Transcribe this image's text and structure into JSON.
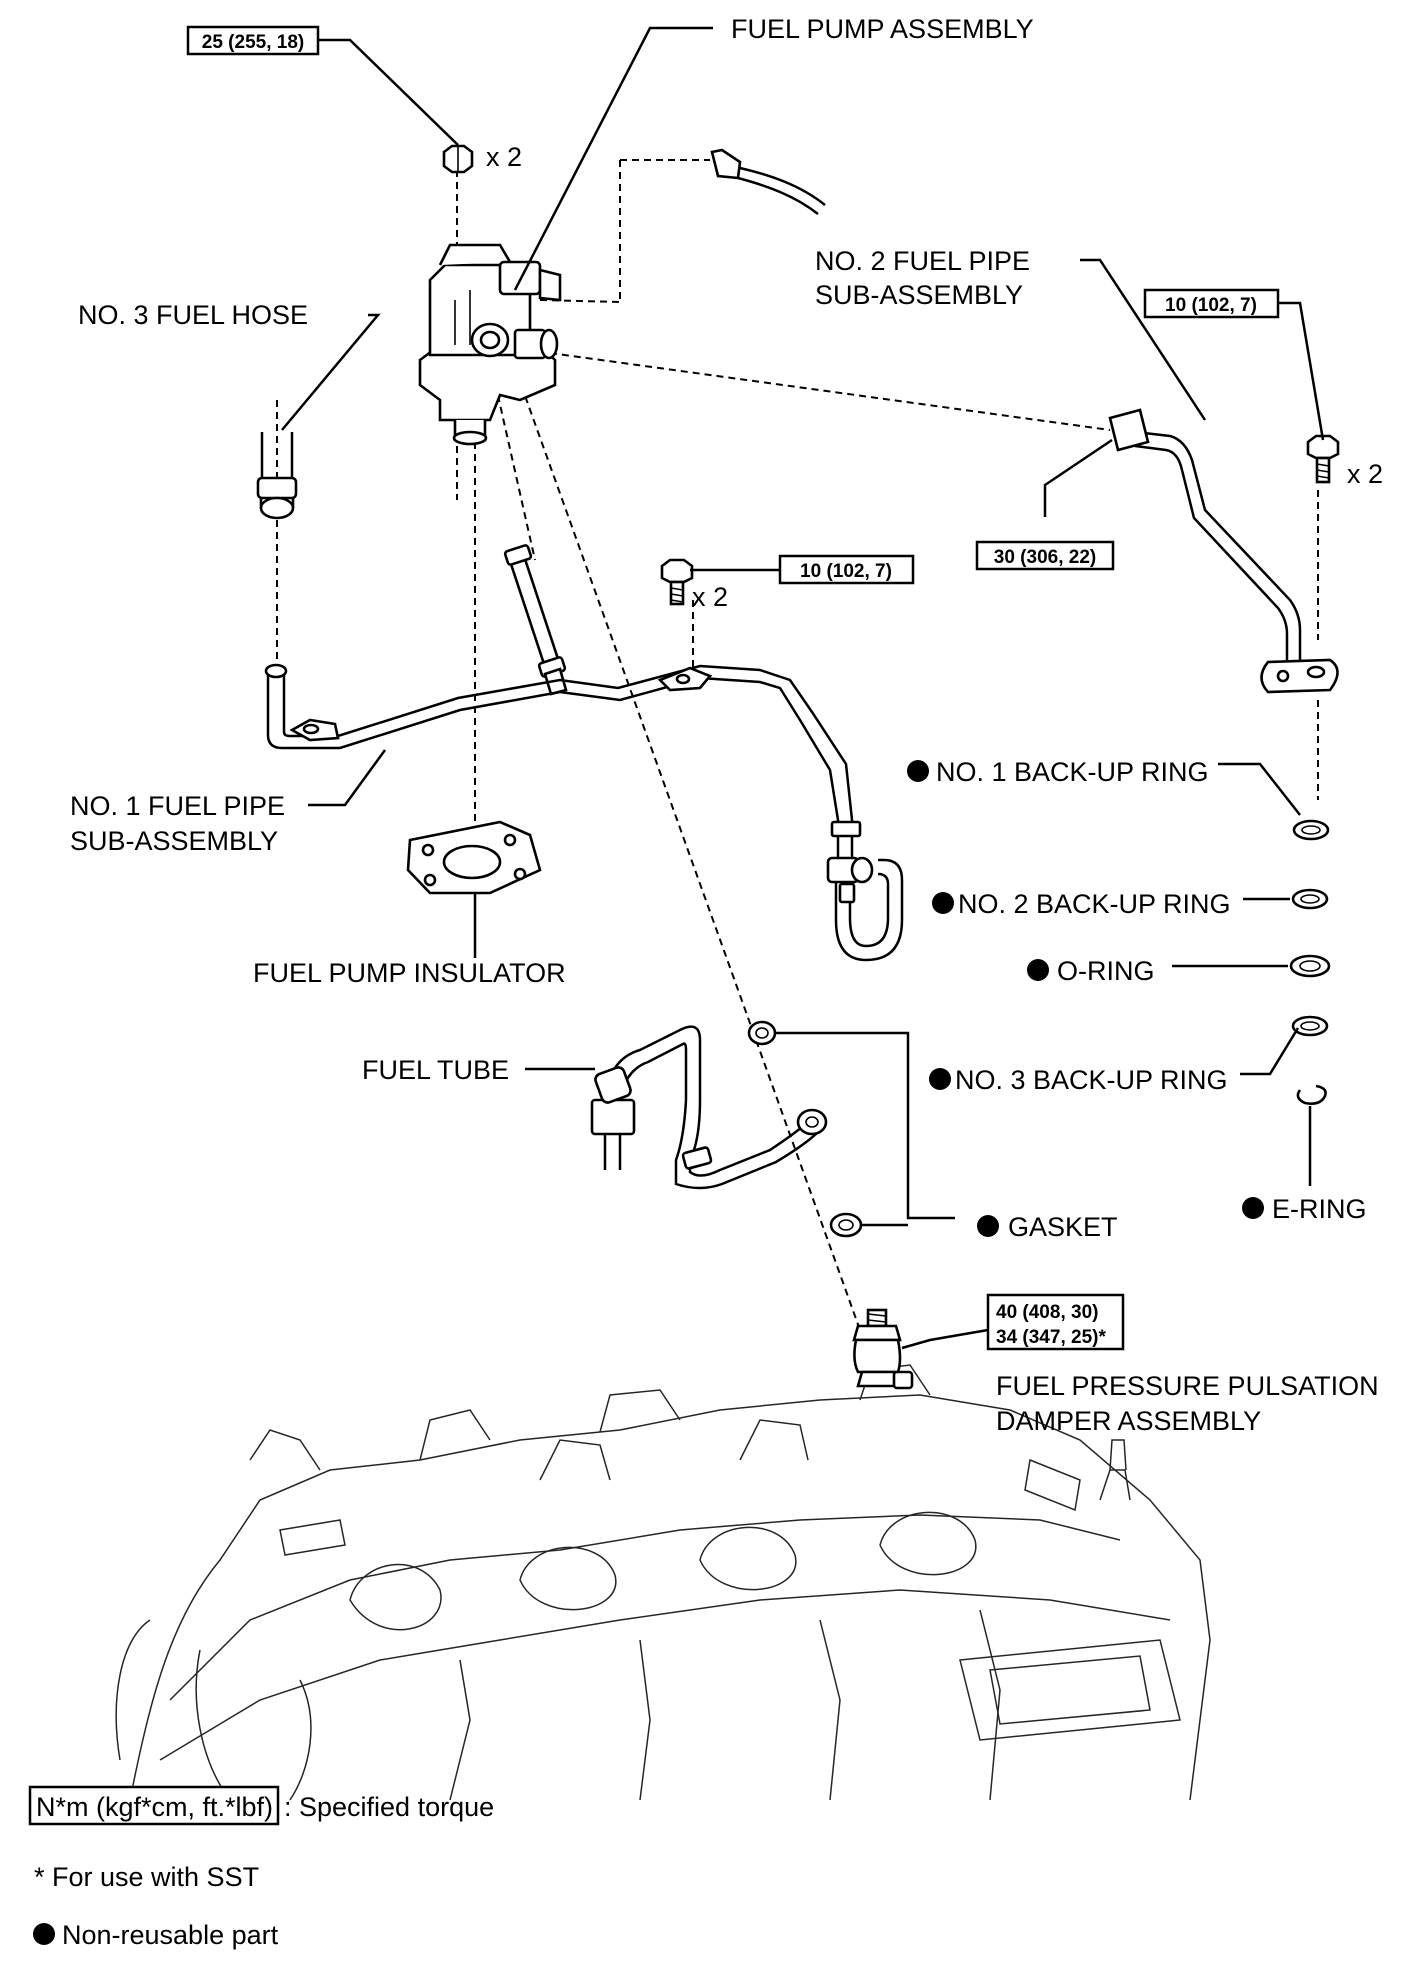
{
  "labels": {
    "fuel_pump_assembly": "FUEL PUMP ASSEMBLY",
    "no3_fuel_hose": "NO. 3 FUEL HOSE",
    "no2_fuel_pipe_line1": "NO. 2 FUEL PIPE",
    "no2_fuel_pipe_line2": "SUB-ASSEMBLY",
    "no1_fuel_pipe_line1": "NO. 1 FUEL PIPE",
    "no1_fuel_pipe_line2": "SUB-ASSEMBLY",
    "fuel_pump_insulator": "FUEL PUMP INSULATOR",
    "fuel_tube": "FUEL TUBE",
    "no1_backup_ring": "NO. 1 BACK-UP RING",
    "no2_backup_ring": "NO. 2 BACK-UP RING",
    "o_ring": "O-RING",
    "no3_backup_ring": "NO. 3 BACK-UP RING",
    "e_ring": "E-RING",
    "gasket": "GASKET",
    "damper_line1": "FUEL PRESSURE PULSATION",
    "damper_line2": "DAMPER ASSEMBLY"
  },
  "quantities": {
    "pump_nuts": "x 2",
    "pipe2_bolts": "x 2",
    "pipe1_bolts": "x 2"
  },
  "torques": {
    "pump_nut": "25 (255, 18)",
    "pipe2_bolt": "10 (102, 7)",
    "pipe2_union": "30 (306, 22)",
    "pipe1_bolt": "10 (102, 7)",
    "damper_line1": "40 (408, 30)",
    "damper_line2": "34 (347, 25)*"
  },
  "legend": {
    "torque_box": "N*m (kgf*cm, ft.*lbf)",
    "torque_text": ": Specified torque",
    "sst_note": "* For use with SST",
    "non_reusable": "Non-reusable part"
  }
}
